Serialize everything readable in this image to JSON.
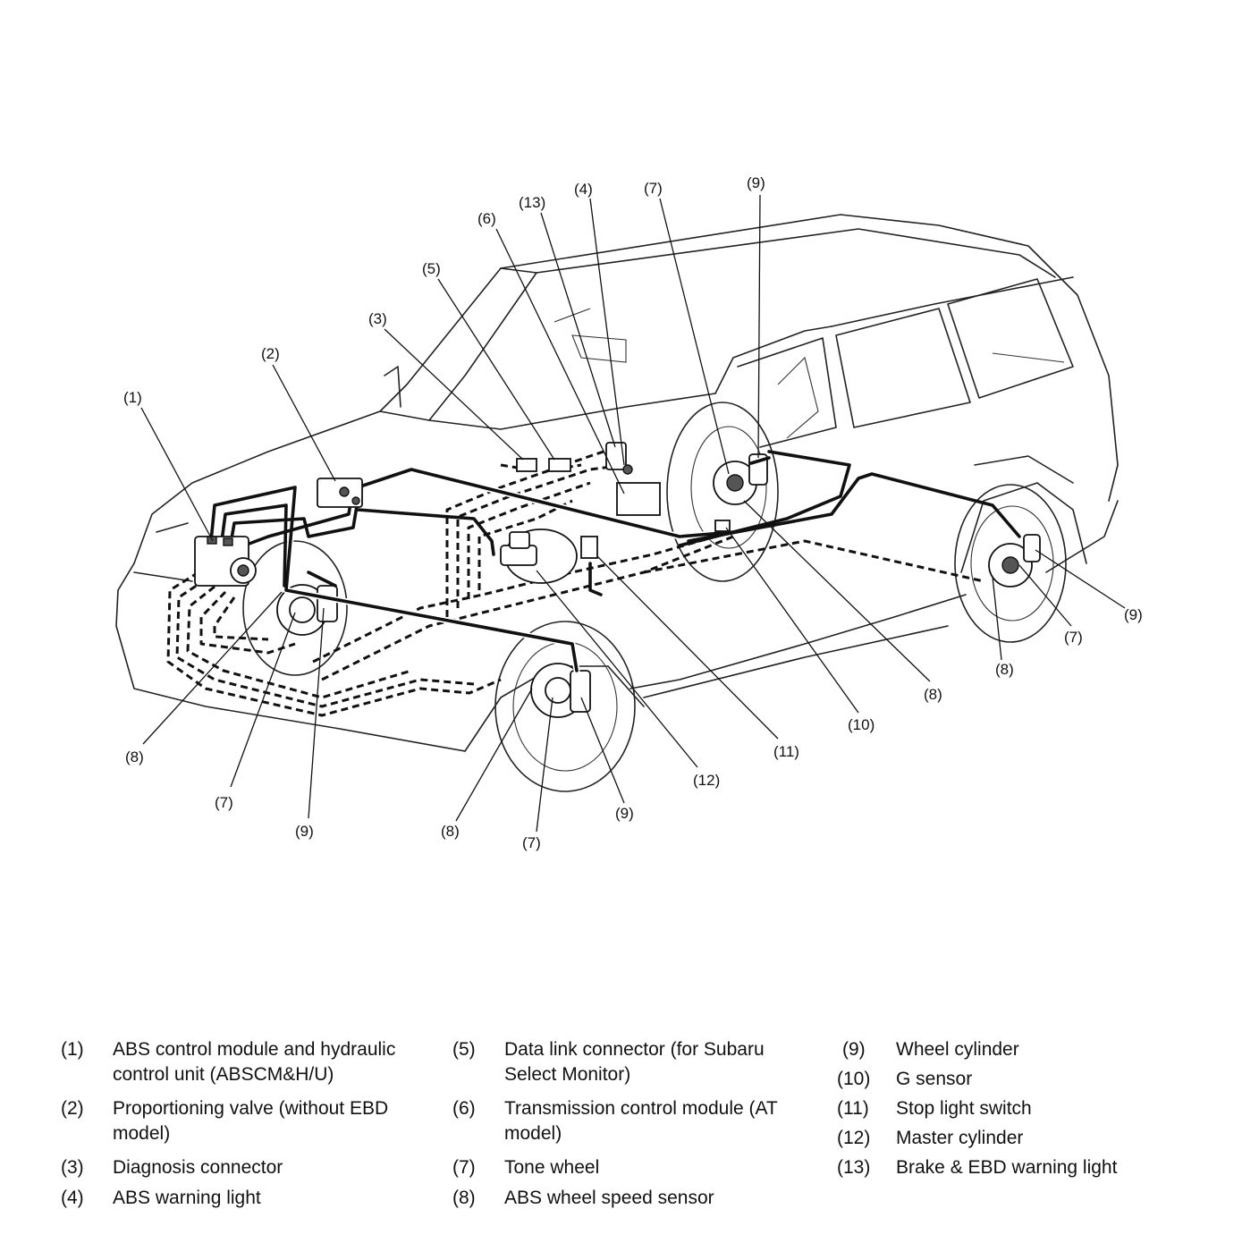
{
  "callouts": {
    "c1": "(1)",
    "c2": "(2)",
    "c3": "(3)",
    "c4": "(4)",
    "c5": "(5)",
    "c6": "(6)",
    "c7": "(7)",
    "c9": "(9)",
    "c13": "(13)",
    "c9_right": "(9)",
    "c7_right": "(7)",
    "c8_right": "(8)",
    "c8_mid": "(8)",
    "c10": "(10)",
    "c11": "(11)",
    "c12": "(12)",
    "c9_front": "(9)",
    "c8_front": "(8)",
    "c7_front": "(7)",
    "c8_left": "(8)",
    "c7_left": "(7)",
    "c9_left": "(9)"
  },
  "legend": [
    {
      "num": "(1)",
      "text": "ABS control module and hydraulic control unit (ABSCM&H/U)"
    },
    {
      "num": "(2)",
      "text": "Proportioning valve (without EBD model)"
    },
    {
      "num": "(3)",
      "text": "Diagnosis connector"
    },
    {
      "num": "(4)",
      "text": "ABS warning light"
    },
    {
      "num": "(5)",
      "text": "Data link connector (for Subaru Select Monitor)"
    },
    {
      "num": "(6)",
      "text": "Transmission control module (AT model)"
    },
    {
      "num": "(7)",
      "text": "Tone wheel"
    },
    {
      "num": "(8)",
      "text": "ABS wheel speed sensor"
    },
    {
      "num": "(9)",
      "text": "Wheel cylinder"
    },
    {
      "num": "(10)",
      "text": "G sensor"
    },
    {
      "num": "(11)",
      "text": "Stop light switch"
    },
    {
      "num": "(12)",
      "text": "Master cylinder"
    },
    {
      "num": "(13)",
      "text": "Brake & EBD warning light"
    }
  ]
}
